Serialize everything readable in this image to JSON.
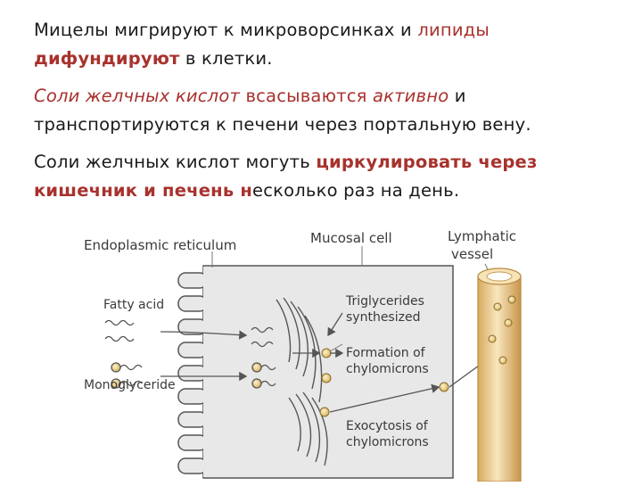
{
  "paragraphs": {
    "p1": {
      "s1": "Мицелы мигрируют к микроворсинках и ",
      "s2": "липиды",
      "s3": "дифундируют",
      "s4": " в клетки."
    },
    "p2": {
      "s1": "Соли желчных кислот",
      "s2": " всасываются ",
      "s3": "активно",
      "s4": " и транспортируются к печени через портальную вену."
    },
    "p3": {
      "s1": "Соли желчных кислот могуть ",
      "s2": "циркулировать через кишечник и печень н",
      "s3": "есколько раз на день."
    }
  },
  "diagram": {
    "labels": {
      "er": "Endoplasmic reticulum",
      "mucosal": "Mucosal cell",
      "lymph1": "Lymphatic",
      "lymph2": "vessel",
      "fatty": "Fatty acid",
      "mono": "Monoglyceride",
      "tg1": "Triglycerides",
      "tg2": "synthesized",
      "form1": "Formation of",
      "form2": "chylomicrons",
      "exo1": "Exocytosis of",
      "exo2": "chylomicrons"
    },
    "colors": {
      "cell_bg": "#e6e6e6",
      "outline": "#555555",
      "vessel_fill": "#f2d9a6",
      "vessel_edge": "#c99a52",
      "droplet": "#e8cf8a",
      "arrow": "#555555"
    }
  }
}
